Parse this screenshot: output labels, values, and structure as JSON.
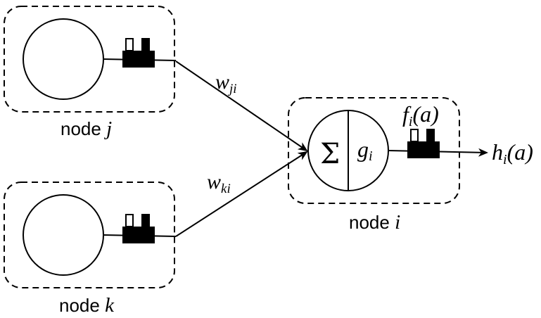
{
  "nodes": {
    "j": {
      "word": "node",
      "var": "j"
    },
    "k": {
      "word": "node",
      "var": "k"
    },
    "i": {
      "word": "node",
      "var": "i"
    }
  },
  "edges": {
    "ji": {
      "base": "w",
      "sub": "ji"
    },
    "ki": {
      "base": "w",
      "sub": "ki"
    }
  },
  "node_i_parts": {
    "sum_symbol": "Σ",
    "activation_base": "g",
    "activation_sub": "i"
  },
  "transfer": {
    "base": "f",
    "sub": "i",
    "arg": "(a)"
  },
  "output": {
    "base": "h",
    "sub": "i",
    "arg": "(a)"
  },
  "icons": {
    "delay_block": "factory-like delay/buffer block icon"
  },
  "colors": {
    "stroke": "#000000",
    "background": "#ffffff"
  }
}
